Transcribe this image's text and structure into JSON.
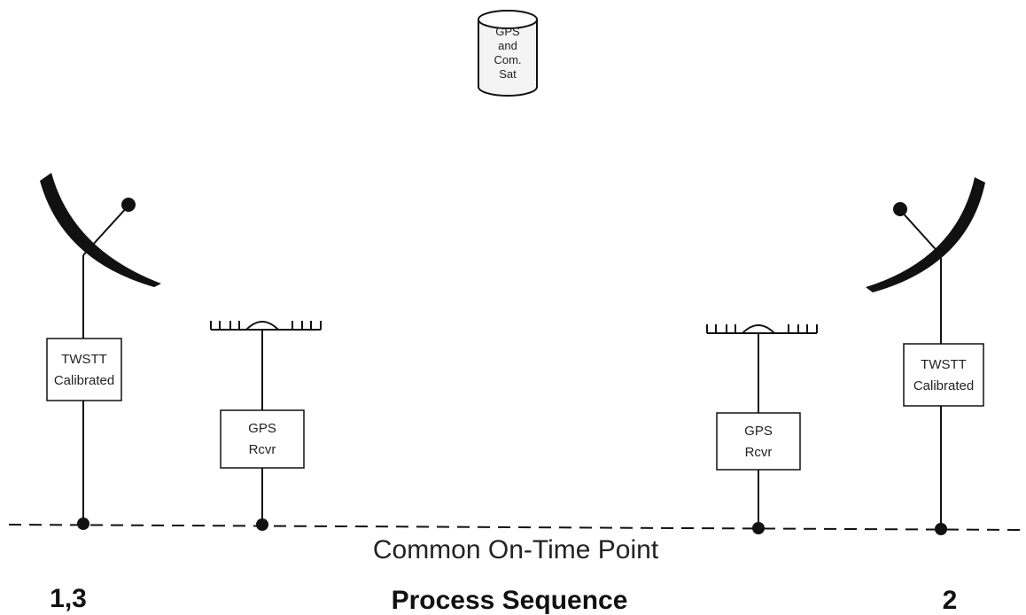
{
  "satellite": {
    "lines": [
      "GPS",
      "and",
      "Com.",
      "Sat"
    ]
  },
  "stations": {
    "left_twstt": {
      "line1": "TWSTT",
      "line2": "Calibrated"
    },
    "left_gps": {
      "line1": "GPS",
      "line2": "Rcvr"
    },
    "right_gps": {
      "line1": "GPS",
      "line2": "Rcvr"
    },
    "right_twstt": {
      "line1": "TWSTT",
      "line2": "Calibrated"
    }
  },
  "baseline": {
    "label": "Common On-Time Point"
  },
  "sequence": {
    "left_label": "1,3",
    "title": "Process Sequence",
    "right_label": "2"
  },
  "colors": {
    "ink": "#111111",
    "background": "#ffffff"
  }
}
